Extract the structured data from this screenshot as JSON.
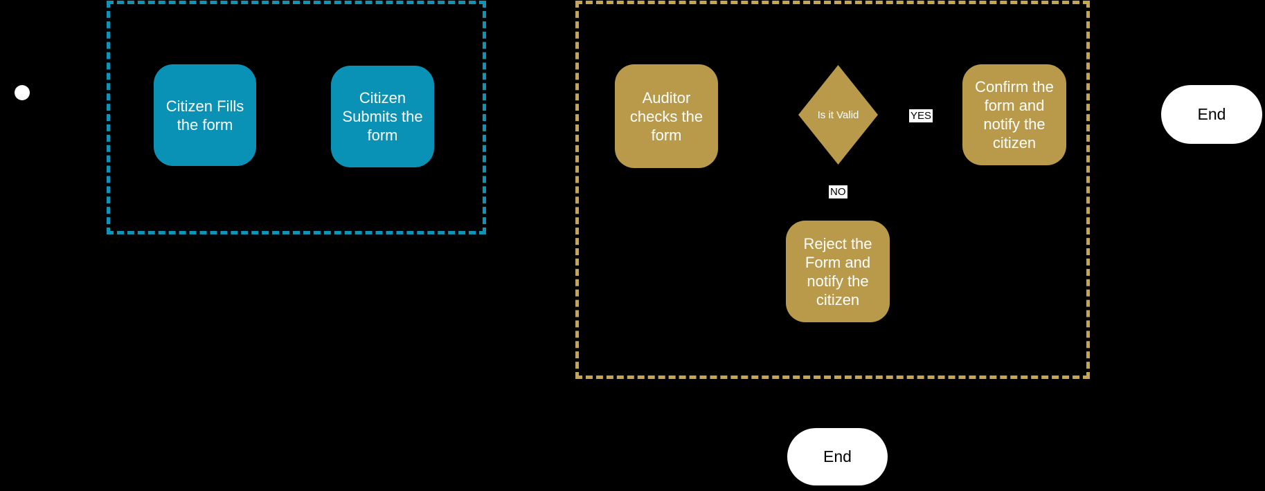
{
  "colors": {
    "background": "#000000",
    "citizen_task_fill": "#0a92b6",
    "citizen_lane_border": "#0e94b6",
    "auditor_task_fill": "#b89a4a",
    "auditor_lane_border": "#c8a64f",
    "task_text": "#ffffff",
    "start_fill": "#ffffff",
    "terminator_fill": "#ffffff",
    "terminator_text": "#000000",
    "edge_label_bg": "#ffffff",
    "edge_label_text": "#000000"
  },
  "nodes": {
    "fill": {
      "label": "Citizen Fills\nthe form"
    },
    "submit": {
      "label": "Citizen\nSubmits the\nform"
    },
    "check": {
      "label": "Auditor\nchecks the\nform"
    },
    "decision": {
      "label": "Is it Valid"
    },
    "confirm": {
      "label": "Confirm the\nform and\nnotify the\ncitizen"
    },
    "reject": {
      "label": "Reject the\nForm and\nnotify the\ncitizen"
    },
    "end_right": {
      "label": "End"
    },
    "end_bottom": {
      "label": "End"
    }
  },
  "edge_labels": {
    "yes": "YES",
    "no": "NO"
  }
}
